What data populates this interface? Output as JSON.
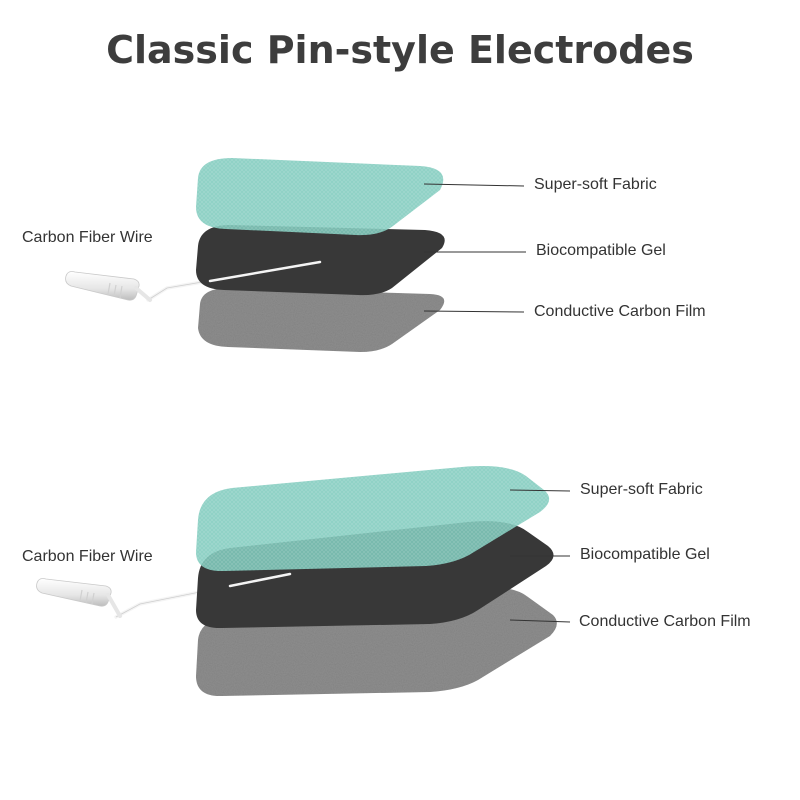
{
  "title": "Classic Pin-style Electrodes",
  "colors": {
    "fabric": "#86cdbf",
    "gel": "#3a3a3a",
    "carbon_film": "#8f8f8f",
    "wire": "#f2f2f2",
    "text": "#333333"
  },
  "icons": [
    "pin-connector-icon"
  ],
  "diagrams": [
    {
      "shape": "square",
      "wire_label": "Carbon Fiber Wire",
      "layers": [
        {
          "id": "fabric",
          "label": "Super-soft Fabric"
        },
        {
          "id": "gel",
          "label": "Biocompatible Gel"
        },
        {
          "id": "film",
          "label": "Conductive Carbon Film"
        }
      ]
    },
    {
      "shape": "rectangle",
      "wire_label": "Carbon Fiber Wire",
      "layers": [
        {
          "id": "fabric",
          "label": "Super-soft Fabric"
        },
        {
          "id": "gel",
          "label": "Biocompatible Gel"
        },
        {
          "id": "film",
          "label": "Conductive Carbon Film"
        }
      ]
    }
  ]
}
